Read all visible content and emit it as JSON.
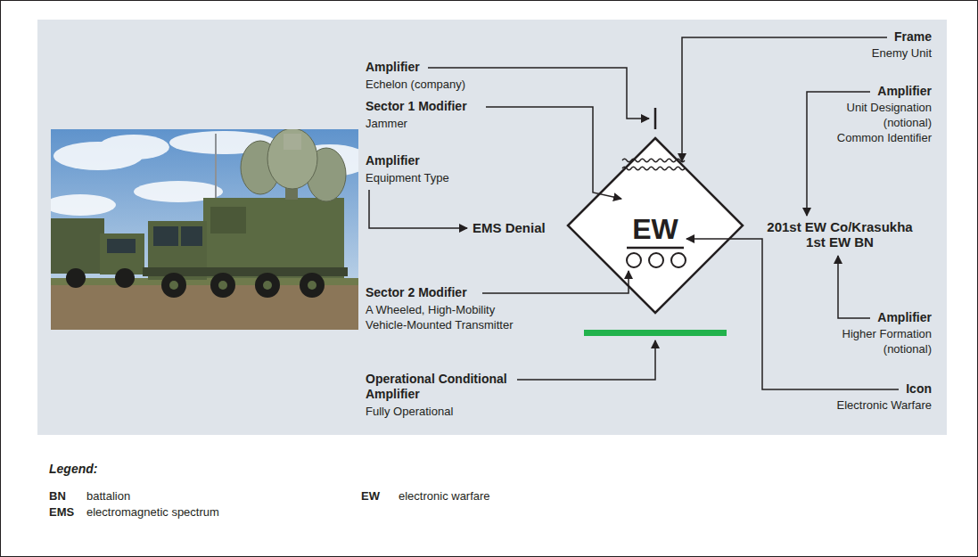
{
  "diagram": {
    "nodes": [
      {
        "text": [
          "EW"
        ]
      }
    ],
    "labels": [
      "Amplifier",
      "Echelon (company)",
      "Sector 1 Modifier",
      "Jammer",
      "Amplifier",
      "Equipment Type",
      "EMS Denial",
      "Sector 2 Modifier",
      "A Wheeled, High-Mobility Vehicle-Mounted Transmitter",
      "Operational Conditional Amplifier",
      "Fully Operational",
      "Frame",
      "Enemy Unit",
      "Amplifier",
      "Unit Designation (notional) Common Identifier",
      "201st EW Co/Krasukha 1st EW BN",
      "Amplifier",
      "Higher Formation (notional)",
      "Icon",
      "Electronic Warfare",
      "Legend:",
      "BN",
      "battalion",
      "EMS",
      "electromagnetic spectrum",
      "EW",
      "electronic warfare"
    ]
  }
}
